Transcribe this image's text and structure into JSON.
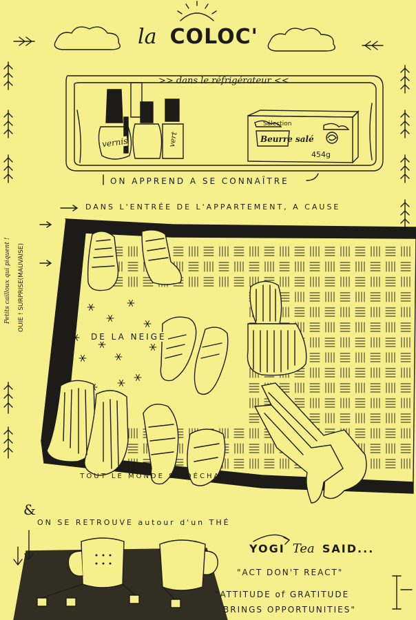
{
  "title": {
    "la": "la",
    "coloc": "COLOC'"
  },
  "fridge": {
    "caption": ">> dans le réfrigérateur <<",
    "polish_labels": [
      "vernis",
      "vert"
    ],
    "butter": {
      "line1": "Sélection",
      "line2": "Beurre salé",
      "weight": "454g"
    },
    "footer": "ON APPREND A SE CONNAÎTRE"
  },
  "entry": {
    "heading": "DANS L'ENTRÉE DE L'APPARTEMENT, A CAUSE",
    "snow": "DE LA NEIGE",
    "side_note_1": "Petits cailloux qui piquent !",
    "side_note_2": "OUIE ! SURPRISE(MAUVAISE)",
    "bottom": "TOUT LE MONDE SE DÉCHAUSSE!"
  },
  "tea": {
    "ampersand": "&",
    "heading": "ON SE RETROUVE autour d'un THÉ",
    "yogi_1": "YOGI",
    "yogi_2": "Tea",
    "yogi_3": "SAID...",
    "quote_1": "\"ACT DON'T REACT\"",
    "quote_2": "\"ATTITUDE of GRATITUDE",
    "quote_3": "BRINGS OPPORTUNITIES\""
  },
  "colors": {
    "paper": "#f6f08c",
    "ink": "#1d1b17"
  }
}
